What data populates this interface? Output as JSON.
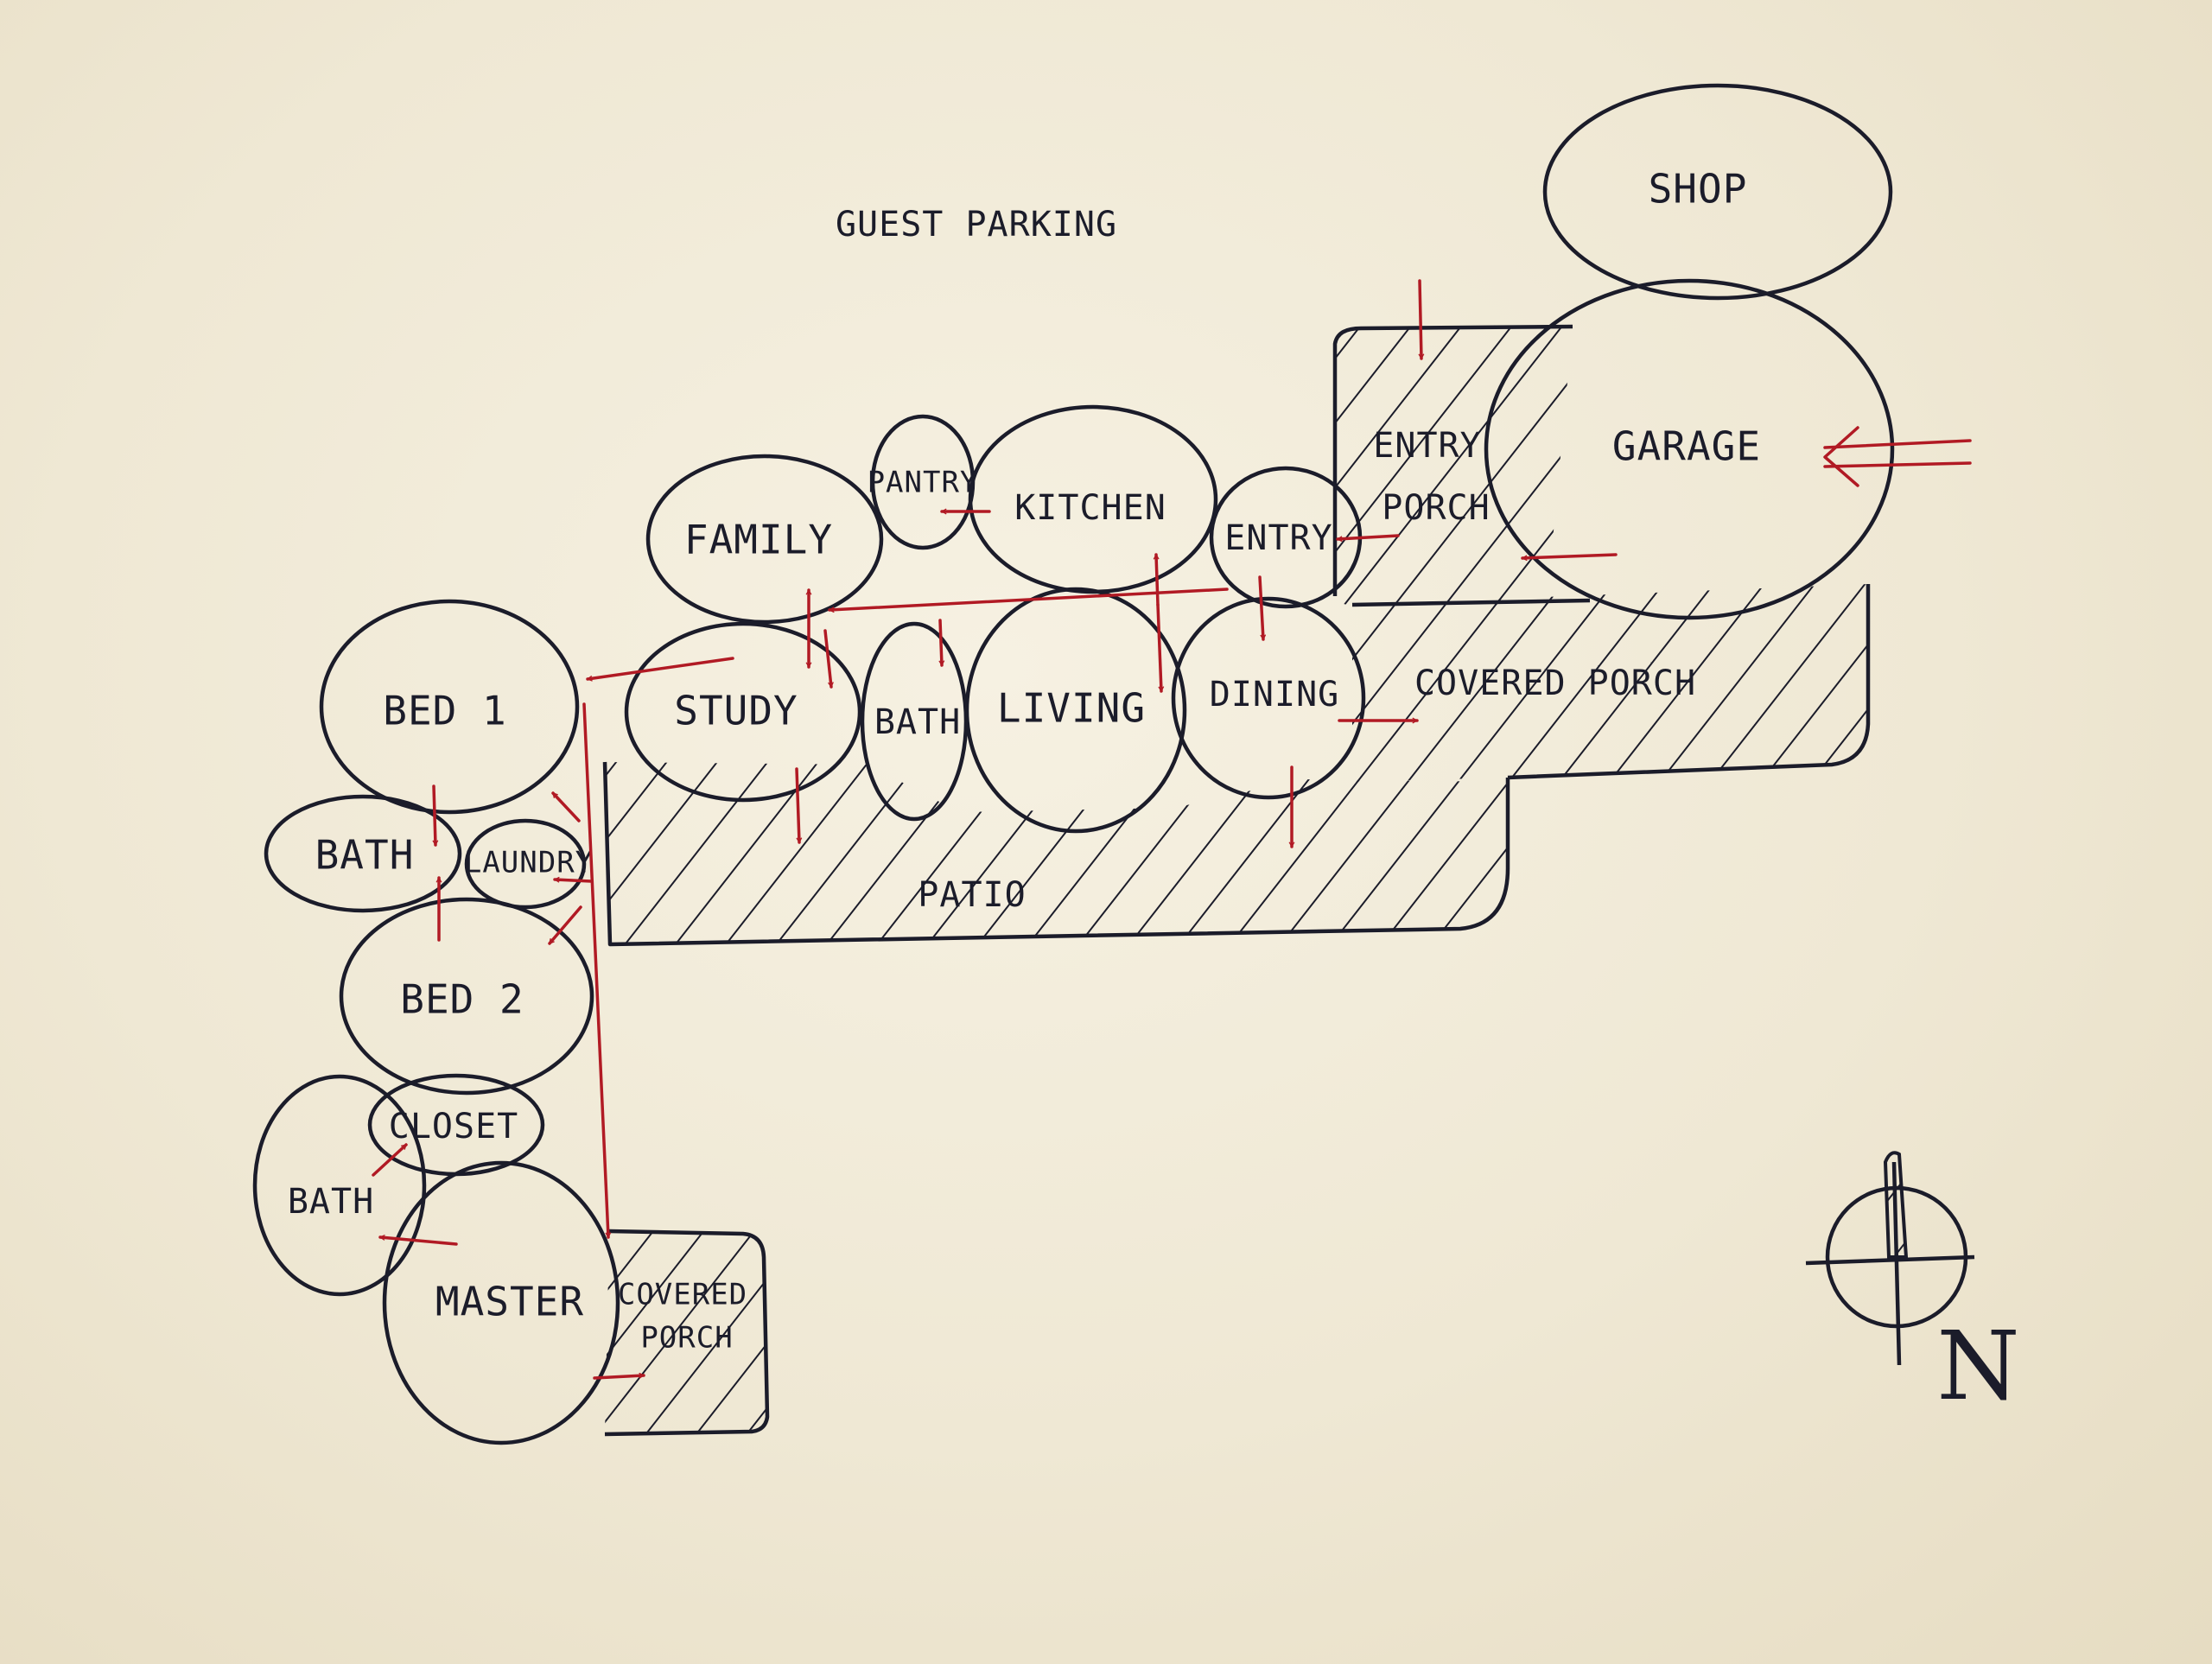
{
  "diagram": {
    "title": "GUEST PARKING",
    "ink_color": "#1b1c2a",
    "arrow_color": "#b11a24",
    "paper_color": "#efe9d6",
    "rooms": {
      "shop": "SHOP",
      "garage": "GARAGE",
      "entry_porch_line1": "ENTRY",
      "entry_porch_line2": "PORCH",
      "pantry": "PANTRY",
      "kitchen": "KITCHEN",
      "family": "FAMILY",
      "entry": "ENTRY",
      "covered_porch_east": "COVERED PORCH",
      "dining": "DINING",
      "living": "LIVING",
      "bath_main": "BATH",
      "study": "STUDY",
      "bed1": "BED 1",
      "bath_hall": "BATH",
      "laundry": "LAUNDRY",
      "patio": "PATIO",
      "bed2": "BED 2",
      "closet": "CLOSET",
      "bath_master": "BATH",
      "master": "MASTER",
      "covered_porch_master_line1": "COVERED",
      "covered_porch_master_line2": "PORCH"
    },
    "north_arrow": {
      "label": "N",
      "icon": "north-arrow-icon"
    }
  }
}
